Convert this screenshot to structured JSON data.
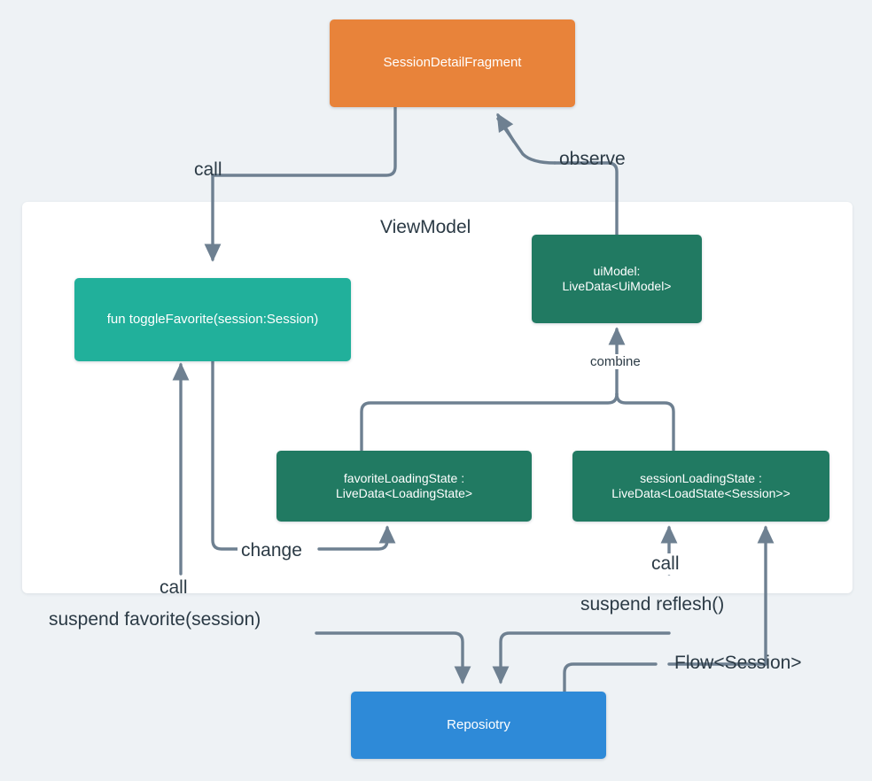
{
  "diagram": {
    "title": "ViewModel architecture data flow",
    "background_color": "#eef2f5",
    "panel": {
      "label": "ViewModel",
      "background_color": "#ffffff"
    },
    "nodes": {
      "fragment": {
        "label": "SessionDetailFragment",
        "color": "#e8833a"
      },
      "toggle_favorite": {
        "label": "fun toggleFavorite(session:Session)",
        "color": "#21b09b"
      },
      "ui_model": {
        "line1": "uiModel:",
        "line2": "LiveData<UiModel>",
        "color": "#217a62"
      },
      "favorite_loading_state": {
        "line1": "favoriteLoadingState :",
        "line2": "LiveData<LoadingState>",
        "color": "#217a62"
      },
      "session_loading_state": {
        "line1": "sessionLoadingState :",
        "line2": "LiveData<LoadState<Session>>",
        "color": "#217a62"
      },
      "repository": {
        "label": "Reposiotry",
        "color": "#2e8ad8"
      }
    },
    "edges": {
      "call_top": "call",
      "observe": "observe",
      "combine": "combine",
      "change": "change",
      "call_left": "call",
      "suspend_favorite": "suspend favorite(session)",
      "call_right": "call",
      "suspend_reflesh": "suspend reflesh()",
      "flow_session": "Flow<Session>"
    },
    "edge_color": "#6e8091"
  }
}
